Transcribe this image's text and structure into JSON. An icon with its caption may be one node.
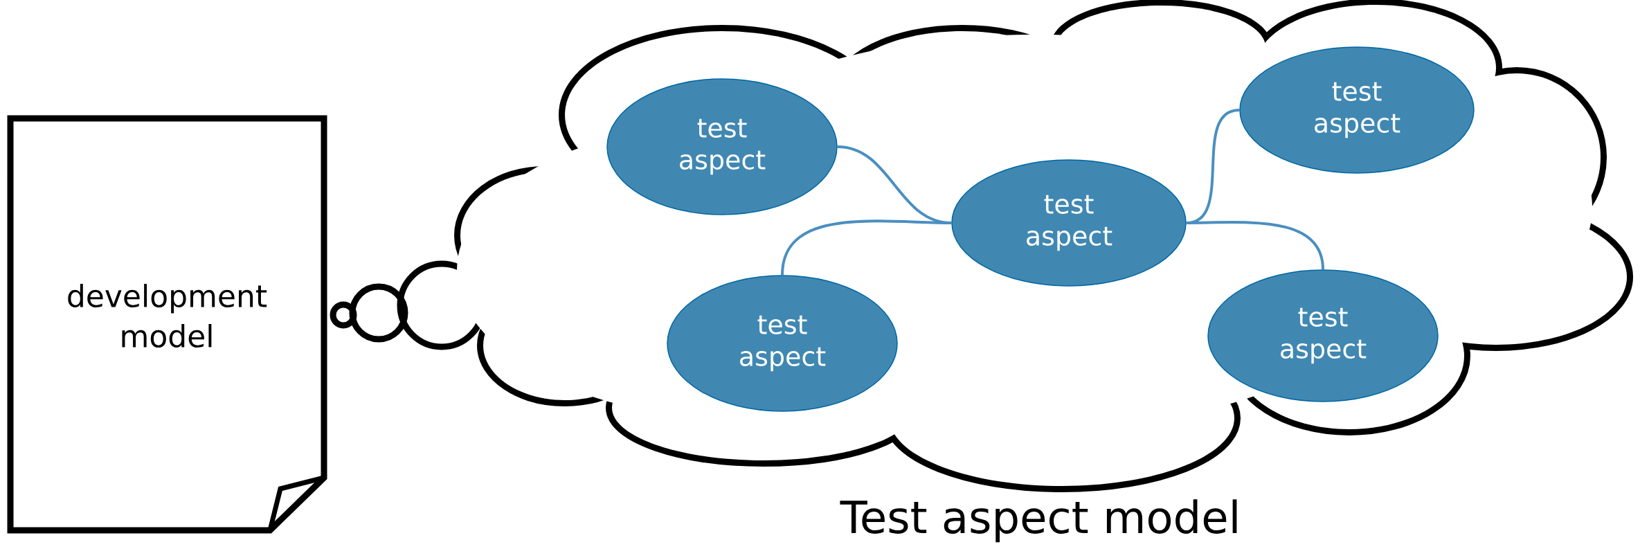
{
  "diagram": {
    "nodes": [
      {
        "text": [
          "development model"
        ]
      },
      {
        "text": [
          "Test aspect model"
        ]
      },
      {
        "text": [
          "test aspect"
        ],
        "in": 1
      },
      {
        "text": [
          "test aspect"
        ],
        "in": 1
      },
      {
        "text": [
          "test aspect"
        ],
        "in": 1
      },
      {
        "text": [
          "test aspect"
        ],
        "in": 1
      },
      {
        "text": [
          "test aspect"
        ],
        "in": 1
      }
    ],
    "edges": [
      {
        "from": 2,
        "to": 3,
        "arrow": "none"
      },
      {
        "from": 5,
        "to": 3,
        "arrow": "none"
      },
      {
        "from": 3,
        "to": 4,
        "arrow": "none"
      },
      {
        "from": 3,
        "to": 6,
        "arrow": "none"
      }
    ]
  }
}
